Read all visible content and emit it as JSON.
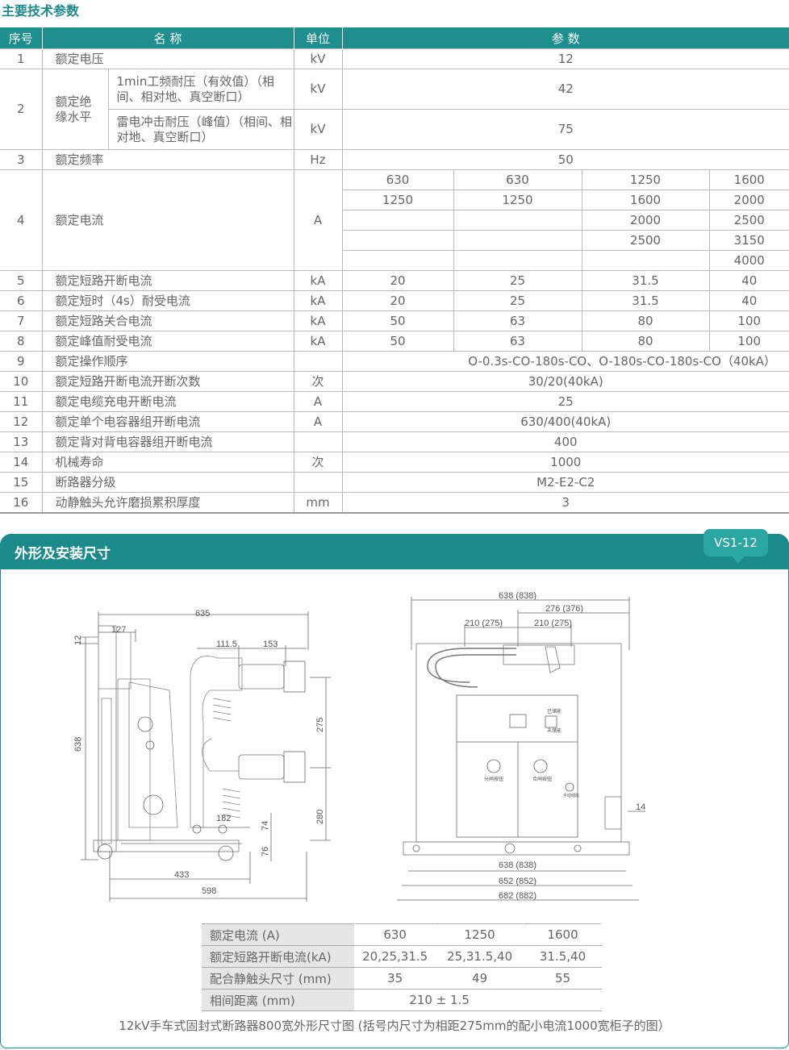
{
  "section1": {
    "title": "主要技术参数"
  },
  "spec": {
    "headers": [
      "序号",
      "名 称",
      "单位",
      "参 数"
    ],
    "r1": {
      "no": "1",
      "name": "额定电压",
      "unit": "kV",
      "val": "12"
    },
    "r2": {
      "no": "2",
      "name": "额定绝缘水平",
      "a_name": "1min工频耐压（有效值）（相间、相对地、真空断口）",
      "a_unit": "kV",
      "a_val": "42",
      "b_name": "雷电冲击耐压（峰值）（相间、相对地、真空断口）",
      "b_unit": "kV",
      "b_val": "75"
    },
    "r3": {
      "no": "3",
      "name": "额定频率",
      "unit": "Hz",
      "val": "50"
    },
    "r4": {
      "no": "4",
      "name": "额定电流",
      "unit": "A",
      "grid": [
        [
          "630",
          "630",
          "1250",
          "1600"
        ],
        [
          "1250",
          "1250",
          "1600",
          "2000"
        ],
        [
          "",
          "",
          "2000",
          "2500"
        ],
        [
          "",
          "",
          "2500",
          "3150"
        ],
        [
          "",
          "",
          "",
          "4000"
        ]
      ]
    },
    "r5": {
      "no": "5",
      "name": "额定短路开断电流",
      "unit": "kA",
      "vals": [
        "20",
        "25",
        "31.5",
        "40"
      ]
    },
    "r6": {
      "no": "6",
      "name": "额定短时（4s）耐受电流",
      "unit": "kA",
      "vals": [
        "20",
        "25",
        "31.5",
        "40"
      ]
    },
    "r7": {
      "no": "7",
      "name": "额定短路关合电流",
      "unit": "kA",
      "vals": [
        "50",
        "63",
        "80",
        "100"
      ]
    },
    "r8": {
      "no": "8",
      "name": "额定峰值耐受电流",
      "unit": "kA",
      "vals": [
        "50",
        "63",
        "80",
        "100"
      ]
    },
    "r9": {
      "no": "9",
      "name": "额定操作顺序",
      "unit": "",
      "val": "O-0.3s-CO-180s-CO、O-180s-CO-180s-CO（40kA）"
    },
    "r10": {
      "no": "10",
      "name": "额定短路开断电流开断次数",
      "unit": "次",
      "val": "30/20(40kA)"
    },
    "r11": {
      "no": "11",
      "name": "额定电缆充电开断电流",
      "unit": "A",
      "val": "25"
    },
    "r12": {
      "no": "12",
      "name": "额定单个电容器组开断电流",
      "unit": "A",
      "val": "630/400(40kA)"
    },
    "r13": {
      "no": "13",
      "name": "额定背对背电容器组开断电流",
      "unit": "",
      "val": "400"
    },
    "r14": {
      "no": "14",
      "name": "机械寿命",
      "unit": "次",
      "val": "1000"
    },
    "r15": {
      "no": "15",
      "name": "断路器分级",
      "unit": "",
      "val": "M2-E2-C2"
    },
    "r16": {
      "no": "16",
      "name": "动静触头允许磨损累积厚度",
      "unit": "mm",
      "val": "3"
    }
  },
  "section2": {
    "title": "外形及安装尺寸",
    "tag": "VS1-12"
  },
  "left_dims": {
    "d635": "635",
    "d127": "127",
    "d12": "12",
    "d111": "111.5",
    "d153": "153",
    "d275": "275",
    "d638": "638",
    "d280": "280",
    "d182": "182",
    "d74": "74",
    "d76": "76",
    "d433": "433",
    "d598": "598"
  },
  "right_dims": {
    "top": "638 (838)",
    "d276": "276 (376)",
    "d210a": "210 (275)",
    "d210b": "210 (275)",
    "d14": "14",
    "b1": "638 (838)",
    "b2": "652 (852)",
    "b3": "682 (882)",
    "lbl1": "已储能",
    "lbl2": "未储能",
    "lbl3": "分闸按钮",
    "lbl4": "合闸按钮",
    "lbl5": "手动储能"
  },
  "dim_table": [
    {
      "label": "额定电流 (A)",
      "vals": [
        "630",
        "1250",
        "1600"
      ]
    },
    {
      "label": "额定短路开断电流(kA)",
      "vals": [
        "20,25,31.5",
        "25,31.5,40",
        "31.5,40"
      ]
    },
    {
      "label": "配合静触头尺寸 (mm)",
      "vals": [
        "35",
        "49",
        "55"
      ]
    },
    {
      "label": "相间距离 (mm)",
      "span": "210 ± 1.5"
    }
  ],
  "caption": "12kV手车式固封式断路器800宽外形尺寸图 (括号内尺寸为相距275mm的配小电流1000宽柜子的图）"
}
